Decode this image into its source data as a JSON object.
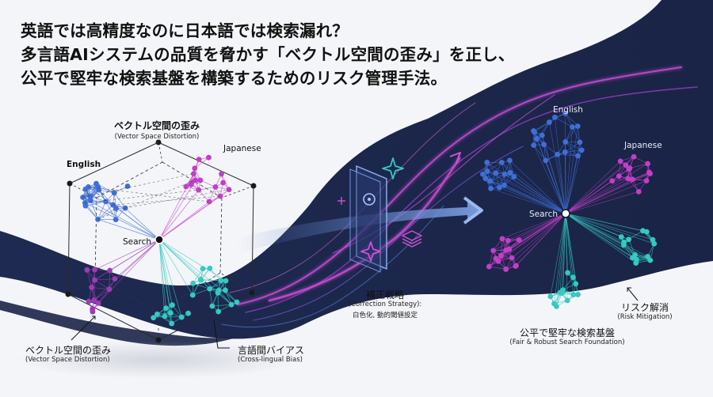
{
  "headline": {
    "line1": "英語では高精度なのに日本語では検索漏れ？",
    "line2": "多言語AIシステムの品質を脅かす「ベクトル空間の歪み」を正し、",
    "line3": "公平で堅牢な検索基盤を構築するためのリスク管理手法。"
  },
  "left": {
    "distortion_top_ja": "ベクトル空間の歪み",
    "distortion_top_en": "(Vector Space Distortion)",
    "english": "English",
    "japanese": "Japanese",
    "search": "Search",
    "distortion_bottom_ja": "ベクトル空間の歪み",
    "distortion_bottom_en": "(Vector Space Distortion)",
    "bias_ja": "言語間バイアス",
    "bias_en": "(Cross-lingual Bias)"
  },
  "middle": {
    "correction_ja": "補正戦略",
    "correction_en": "(Correction Strategy):",
    "correction_detail": "白色化, 動的閾値設定"
  },
  "right": {
    "english": "English",
    "japanese": "Japanese",
    "search": "Search",
    "risk_ja": "リスク解消",
    "risk_en": "(Risk Mitigation)",
    "foundation_ja": "公平で堅牢な検索基盤",
    "foundation_en": "(Fair & Robust Search Foundation)"
  },
  "colors": {
    "navy": "#1b2548",
    "blue": "#3f6fd6",
    "magenta": "#c23fc8",
    "teal": "#35c9c2",
    "purple_node": "#9c3cb4"
  },
  "icons": [
    "sparkle-icon",
    "layers-icon",
    "glass-panel-icon",
    "arrow-right-icon"
  ]
}
